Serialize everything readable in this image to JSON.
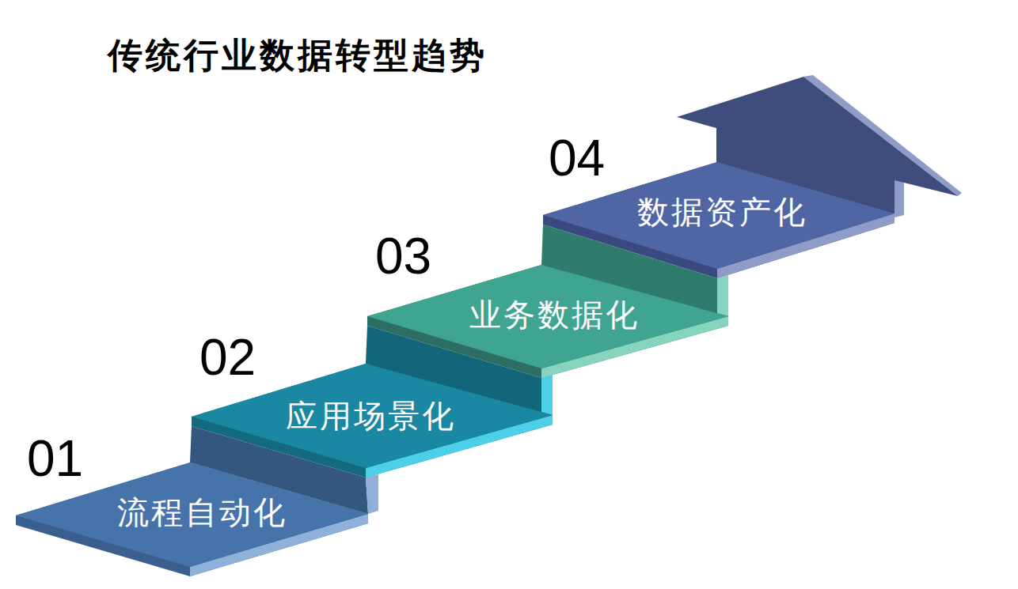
{
  "diagram": {
    "title": "传统行业数据转型趋势",
    "nodes": [
      {
        "text": [
          "流程自动化"
        ]
      },
      {
        "text": [
          "应用场景化"
        ]
      },
      {
        "text": [
          "业务数据化"
        ]
      },
      {
        "text": [
          "数据资产化"
        ]
      }
    ],
    "labels": [
      "01",
      "02",
      "03",
      "04"
    ]
  }
}
